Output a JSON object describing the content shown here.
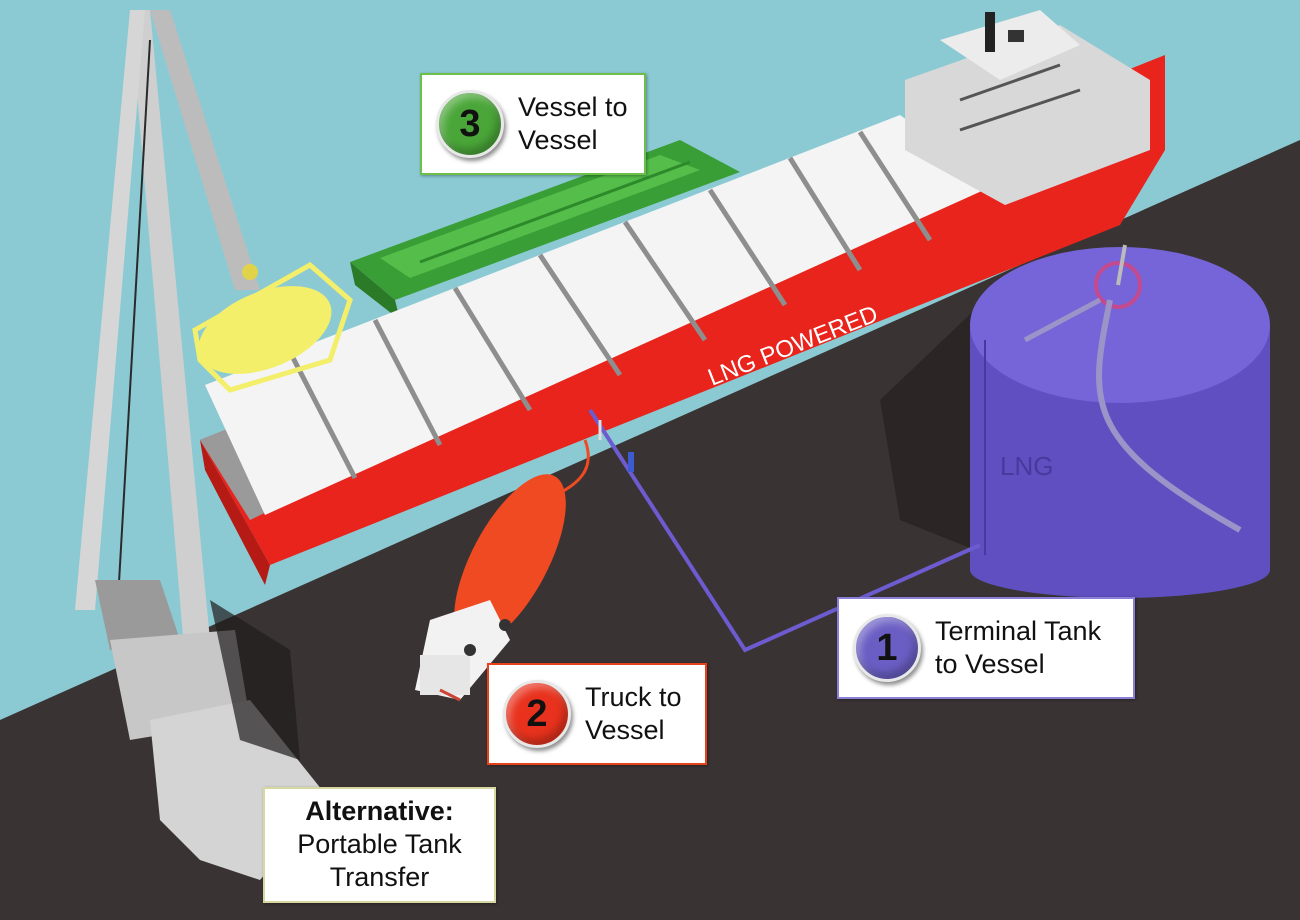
{
  "colors": {
    "sky": "#8ccad3",
    "ground": "#3a3334",
    "ship_hull": "#e8241c",
    "terminal_tank": "#6d5bd0",
    "barge": "#3aa63a",
    "truck_tank": "#f04a23",
    "portable_tank": "#f3ef6a",
    "badge_1": "#6a5ec4",
    "badge_2": "#e8321d",
    "badge_3": "#4aa638"
  },
  "ship": {
    "hull_text": "LNG POWERED"
  },
  "terminal_tank": {
    "text": "LNG"
  },
  "callouts": {
    "vessel_to_vessel": {
      "number": "3",
      "line1": "Vessel to",
      "line2": "Vessel",
      "color": "#4aa638",
      "border": "#6cbf4a"
    },
    "truck_to_vessel": {
      "number": "2",
      "line1": "Truck to",
      "line2": "Vessel",
      "color": "#e8321d",
      "border": "#e8421d"
    },
    "terminal_to_vessel": {
      "number": "1",
      "line1": "Terminal Tank",
      "line2": "to Vessel",
      "color": "#6a5ec4",
      "border": "#8a7fd8"
    },
    "alternative": {
      "heading": "Alternative:",
      "line1": "Portable Tank",
      "line2": "Transfer"
    }
  }
}
